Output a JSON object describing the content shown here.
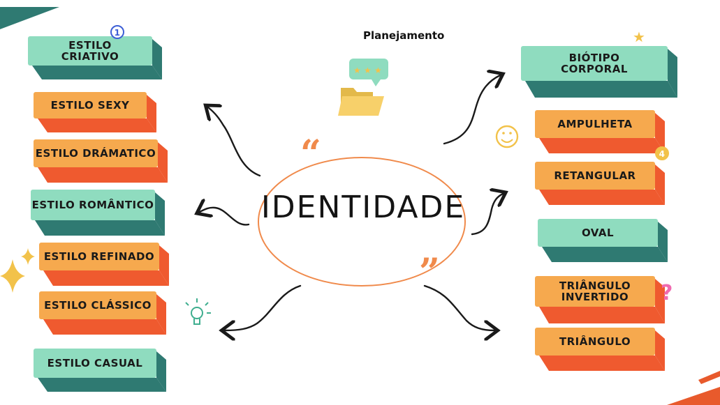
{
  "header": {
    "title": "Planejamento"
  },
  "center": {
    "title": "IDENTIDADE"
  },
  "left_items": [
    {
      "id": "criativo",
      "lines": [
        "ESTILO",
        "CRIATIVO"
      ],
      "badge": "1"
    },
    {
      "id": "sexy",
      "lines": [
        "ESTILO SEXY"
      ]
    },
    {
      "id": "dramatico",
      "lines": [
        "ESTILO DRÁMATICO"
      ]
    },
    {
      "id": "romantico",
      "lines": [
        "ESTILO ROMÂNTICO"
      ]
    },
    {
      "id": "refinado",
      "lines": [
        "ESTILO REFINADO"
      ]
    },
    {
      "id": "classico",
      "lines": [
        "ESTILO CLÁSSICO"
      ]
    },
    {
      "id": "casual",
      "lines": [
        "ESTILO CASUAL"
      ]
    }
  ],
  "right_items": [
    {
      "id": "biotipo",
      "lines": [
        "BIÓTIPO",
        "CORPORAL"
      ]
    },
    {
      "id": "ampulheta",
      "lines": [
        "AMPULHETA"
      ]
    },
    {
      "id": "retangular",
      "lines": [
        "RETANGULAR"
      ],
      "badge": "4"
    },
    {
      "id": "oval",
      "lines": [
        "OVAL"
      ]
    },
    {
      "id": "triangulo-invertido",
      "lines": [
        "TRIÂNGULO",
        "INVERTIDO"
      ],
      "badge": "?"
    },
    {
      "id": "triangulo",
      "lines": [
        "TRIÂNGULO"
      ]
    }
  ],
  "colors": {
    "mint": "#8fdcbf",
    "teal": "#2f7a72",
    "orange_face": "#f6a94e",
    "orange_side": "#ef5a2f",
    "accent_orange": "#f08a4b",
    "stripe": "#e85a2c",
    "ink": "#1a1a1a"
  },
  "icons": [
    "folder-icon",
    "speech-bubble-stars-icon",
    "quote-open-icon",
    "quote-close-icon",
    "smiley-icon",
    "lightbulb-icon",
    "sparkle-icon",
    "star-icon",
    "question-mark-icon"
  ]
}
